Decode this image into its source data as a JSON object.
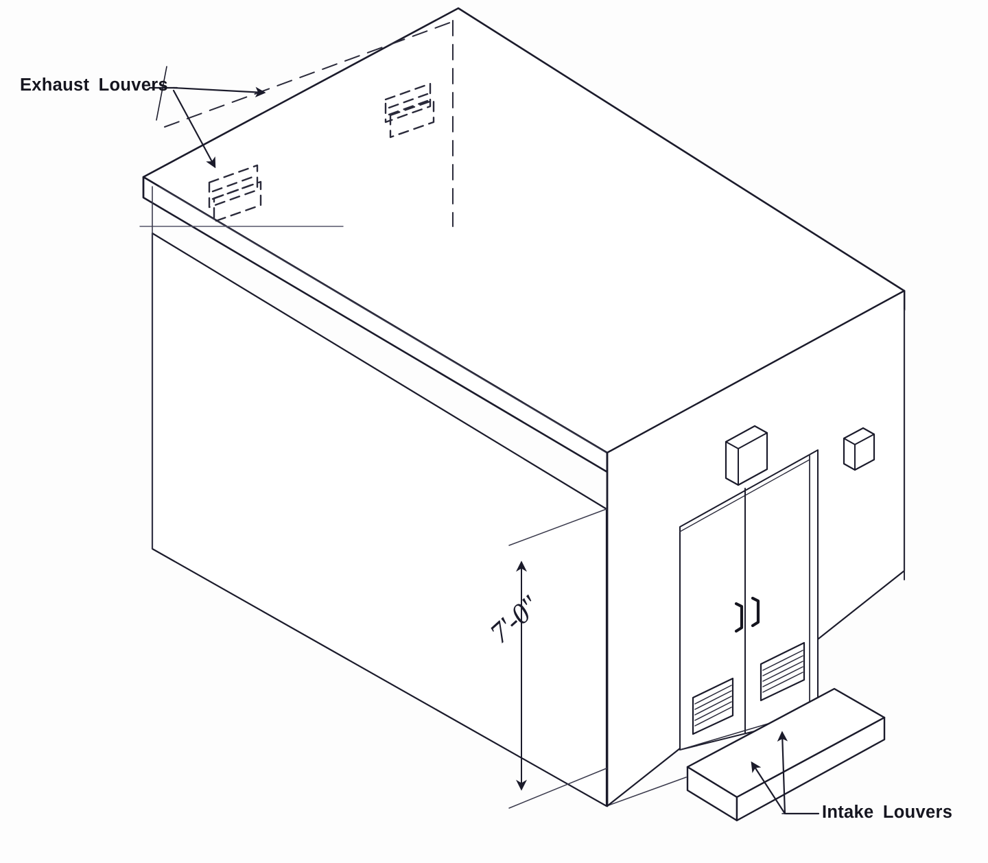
{
  "drawing": {
    "type": "isometric-architectural-sketch",
    "subject": "Prefabricated equipment shelter / utility building",
    "background_color": "#fdfdfd",
    "line_color": "#1b1b2b",
    "hidden_line_color": "#2a2a3a"
  },
  "annotations": {
    "exhaust_label": "Exhaust  Louvers",
    "intake_label": "Intake  Louvers",
    "height_dimension": "7'-0\""
  },
  "components": {
    "roof_slab": "roof-slab",
    "left_wall": "left-side-wall",
    "front_wall": "front-end-wall",
    "double_doors": "double-door-assembly",
    "concrete_pad": "concrete-step-pad",
    "light_fixture": "exterior-light-fixture",
    "junction_box": "electrical-junction-box",
    "exhaust_louver_count": 2,
    "intake_louver_count": 2,
    "door_handle_count": 2
  },
  "icons": {
    "arrow": "arrowhead-icon",
    "louver_slat": "louver-slat-icon",
    "hidden_line": "dashed-hidden-line-icon"
  }
}
